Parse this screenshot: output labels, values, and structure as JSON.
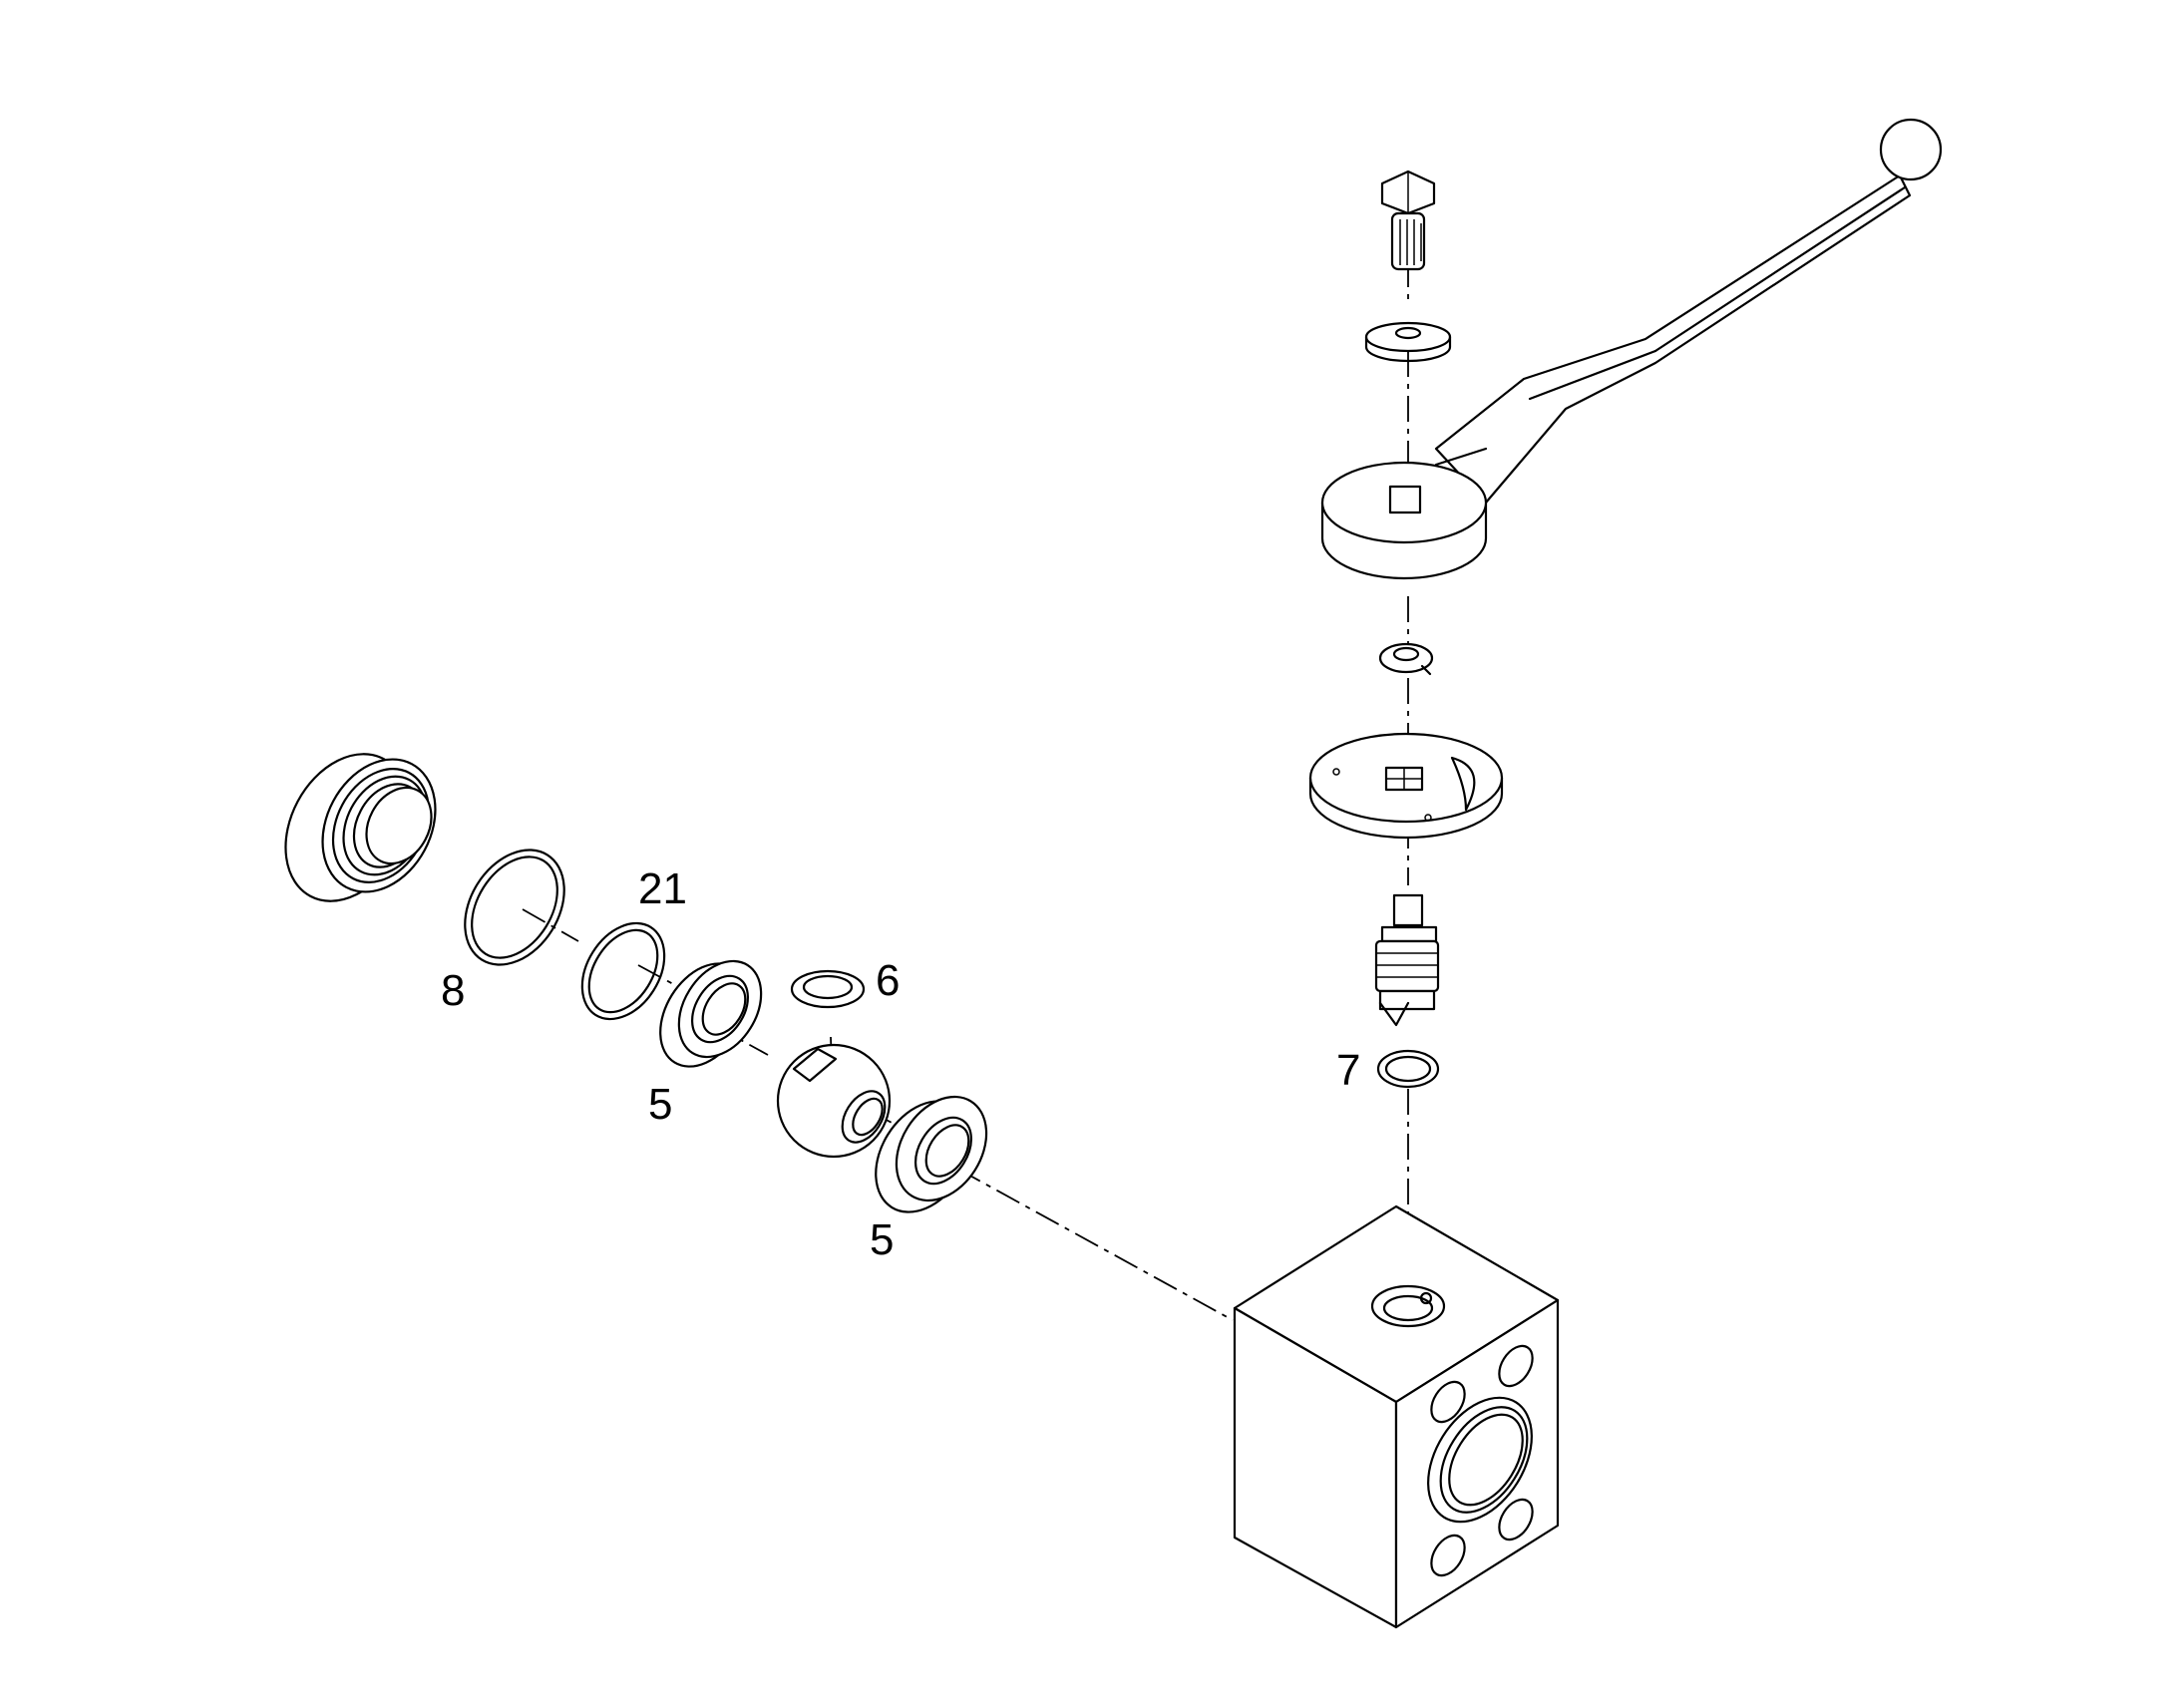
{
  "callouts": {
    "c8": "8",
    "c21": "21",
    "c5a": "5",
    "c6": "6",
    "c5b": "5",
    "c7": "7"
  },
  "colors": {
    "line": "#000000",
    "background": "#ffffff"
  }
}
